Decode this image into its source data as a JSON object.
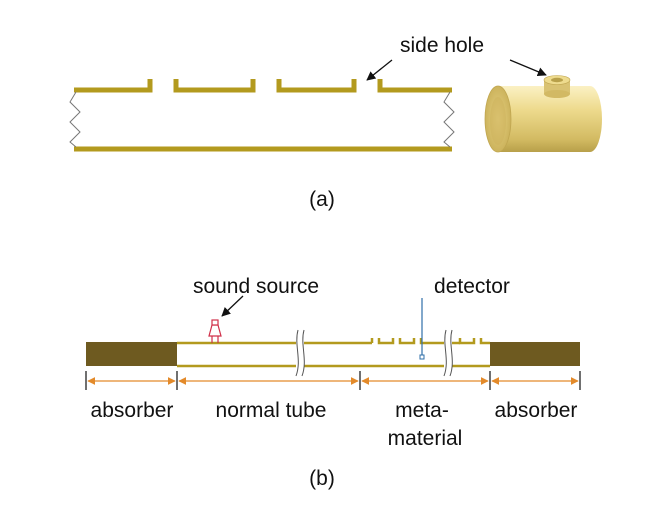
{
  "colors": {
    "tube": "#b39a1e",
    "tube_dark": "#8f7a12",
    "absorber": "#6e5a20",
    "arrow": "#e38a2a",
    "source": "#d0304a",
    "detector": "#2f6fa8",
    "cylinder_light": "#f2e3a0",
    "cylinder_mid": "#d8c068",
    "cylinder_dark": "#b39a3a"
  },
  "panel_a": {
    "label": "(a)",
    "side_hole_label": "side hole"
  },
  "panel_b": {
    "label": "(b)",
    "sound_source_label": "sound source",
    "detector_label": "detector",
    "segments": {
      "absorber_left": "absorber",
      "normal_tube": "normal tube",
      "metamaterial_line1": "meta-",
      "metamaterial_line2": "material",
      "absorber_right": "absorber"
    }
  }
}
